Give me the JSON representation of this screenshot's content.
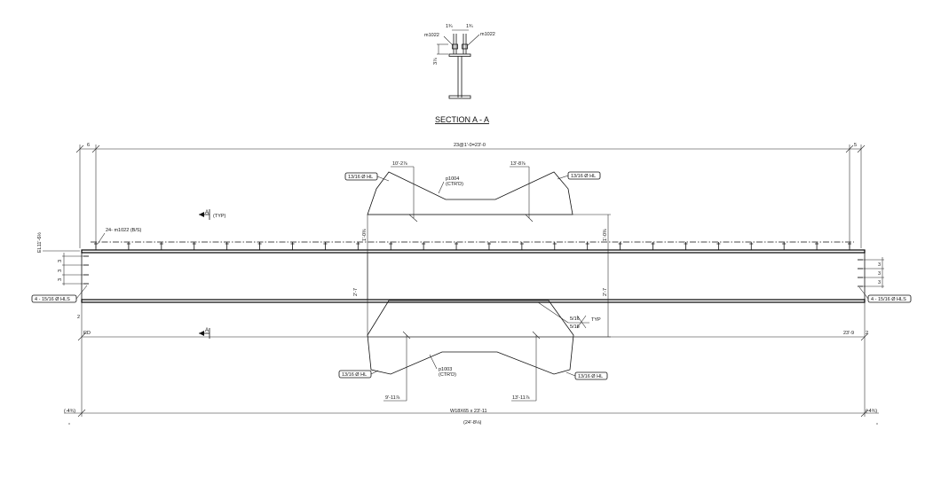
{
  "section": {
    "title": "SECTION A - A",
    "left_stud": "m1022",
    "right_stud": "m1022",
    "left_spacing": "1¾",
    "right_spacing": "1¾",
    "stud_height": "3⅞"
  },
  "top_dims": {
    "left_edge": "6",
    "overall": "23@1'-0=23'-0",
    "right_edge": "5"
  },
  "studs": {
    "callout": "24- m1022 (B/S)",
    "section_cut": "A",
    "section_cut_note": "(TYP)",
    "section_cut_bottom": "A"
  },
  "plates": {
    "top_mark": "p1004",
    "top_note": "(CTR'D)",
    "bottom_mark": "p1003",
    "bottom_note": "(CTR'D)",
    "top_left_dim": "10'-2⅞",
    "top_right_dim": "13'-8⅞",
    "bottom_left_dim": "9'-11⅞",
    "bottom_right_dim": "13'-11⅞",
    "top_left_hole": "13/16 Ø HL",
    "top_right_hole": "13/16 Ø HL",
    "bottom_left_hole": "13/16 Ø HL",
    "bottom_right_hole": "13/16 Ø HL",
    "weld_note": "TYP",
    "weld_size_a": "5/16",
    "weld_size_b": "5/16",
    "height_left": "2'-7",
    "height_right": "2'-7",
    "offset_left": "1'-0⅜",
    "offset_right": "1'-0⅜"
  },
  "beam": {
    "elevation": "EL11'-6½",
    "left_holes": "4 - 15/16 Ø HLS",
    "right_holes": "4 - 15/16 Ø HLS",
    "hole_pitch": "3",
    "left_gap": "2",
    "right_gap": "2",
    "left_ref": "RD",
    "right_ref": "23'-9",
    "designation": "W18X65 x 23'-11",
    "overall_length": "(24'-8⅛)",
    "left_camber": "(-4¾)",
    "right_camber": "(-4¾)"
  }
}
